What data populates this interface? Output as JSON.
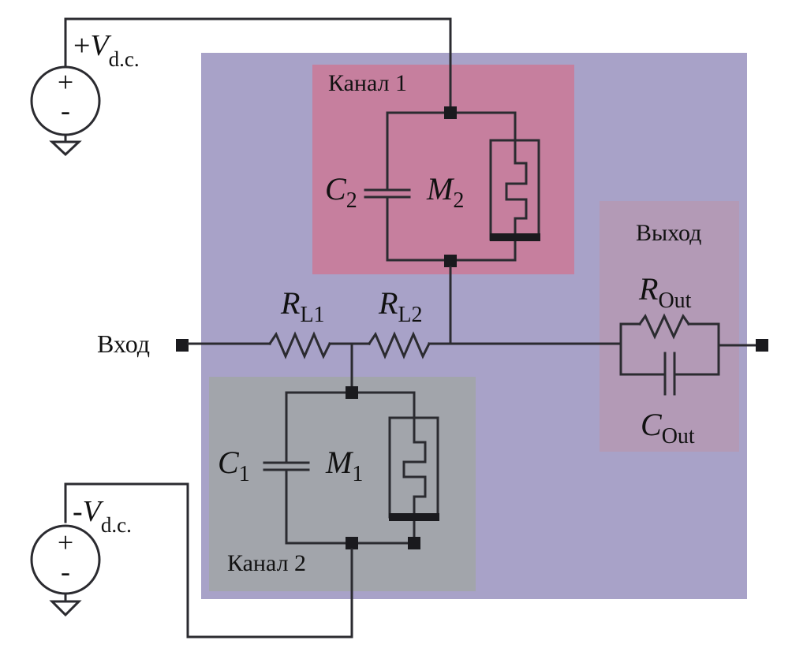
{
  "colors": {
    "background_panel": "#a8a2c8",
    "channel1_panel": "#c67f9e",
    "channel2_panel": "#a2a5ab",
    "output_panel": "#b39ab6",
    "wire": "#2b2b30"
  },
  "labels": {
    "source_top": {
      "sign": "+",
      "symbol": "V",
      "subscript": "d.c."
    },
    "source_bottom": {
      "sign": "-",
      "symbol": "V",
      "subscript": "d.c."
    },
    "source_plus": "+",
    "source_minus": "-",
    "input": "Вход",
    "output": "Выход",
    "channel1": "Канал 1",
    "channel2": "Канал 2",
    "c2": {
      "symbol": "C",
      "subscript": "2"
    },
    "m2": {
      "symbol": "M",
      "subscript": "2"
    },
    "c1": {
      "symbol": "C",
      "subscript": "1"
    },
    "m1": {
      "symbol": "M",
      "subscript": "1"
    },
    "rl1": {
      "symbol": "R",
      "subscript": "L1"
    },
    "rl2": {
      "symbol": "R",
      "subscript": "L2"
    },
    "rout": {
      "symbol": "R",
      "subscript": "Out"
    },
    "cout": {
      "symbol": "C",
      "subscript": "Out"
    }
  }
}
